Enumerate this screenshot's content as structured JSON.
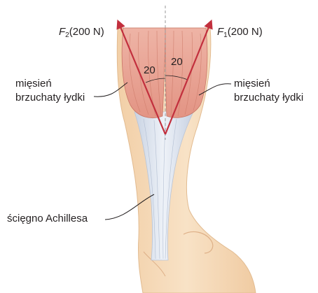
{
  "forces": {
    "f2": {
      "symbol": "F",
      "subscript": "2",
      "value": "(200 N)"
    },
    "f1": {
      "symbol": "F",
      "subscript": "1",
      "value": "(200 N)"
    }
  },
  "angles": {
    "left": "20",
    "right": "20"
  },
  "labels": {
    "muscle_left_line1": "mięsień",
    "muscle_left_line2": "brzuchaty łydki",
    "muscle_right_line1": "mięsień",
    "muscle_right_line2": "brzuchaty łydki",
    "tendon": "ścięgno Achillesa"
  },
  "colors": {
    "arrow": "#c22f3d",
    "muscle": "#e8a296",
    "muscle_dark": "#d98070",
    "skin": "#f5d9b8",
    "tendon": "#dde4ef",
    "axis": "#999999"
  }
}
